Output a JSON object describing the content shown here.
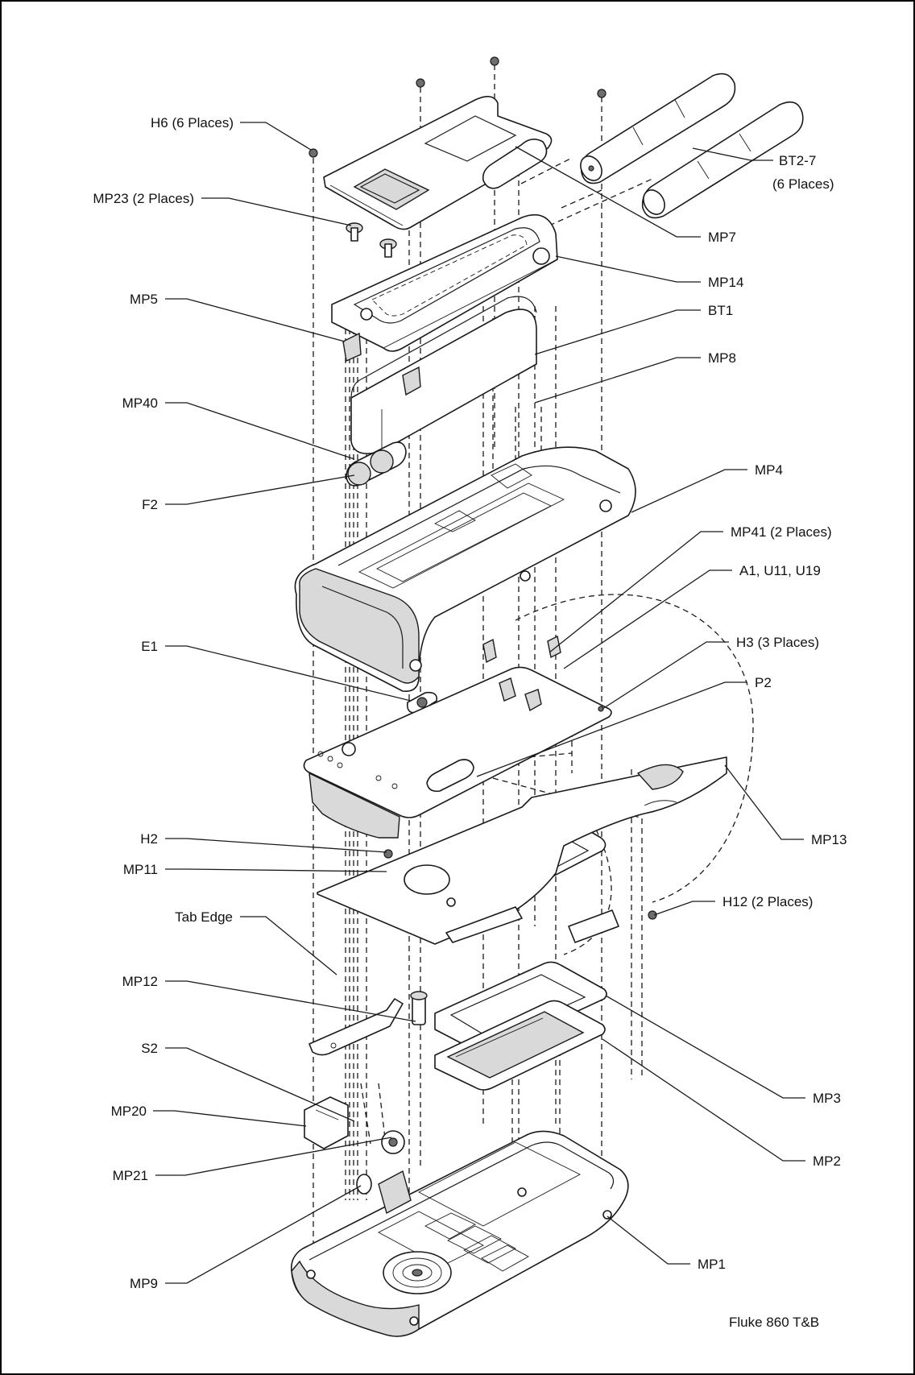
{
  "diagram": {
    "caption": "Fluke 860 T&B",
    "labels": {
      "h6": "H6 (6 Places)",
      "mp23": "MP23 (2 Places)",
      "mp5": "MP5",
      "mp40": "MP40",
      "f2": "F2",
      "e1": "E1",
      "h2": "H2",
      "mp11": "MP11",
      "tab_edge": "Tab Edge",
      "mp12": "MP12",
      "s2": "S2",
      "mp20": "MP20",
      "mp21": "MP21",
      "mp9": "MP9",
      "bt2_7_line1": "BT2-7",
      "bt2_7_line2": "(6 Places)",
      "mp7": "MP7",
      "mp14": "MP14",
      "bt1": "BT1",
      "mp8": "MP8",
      "mp4": "MP4",
      "mp41": "MP41 (2 Places)",
      "a1": "A1, U11, U19",
      "h3": "H3 (3 Places)",
      "p2": "P2",
      "mp13": "MP13",
      "h12": "H12 (2 Places)",
      "mp3": "MP3",
      "mp2": "MP2",
      "mp1": "MP1"
    }
  }
}
